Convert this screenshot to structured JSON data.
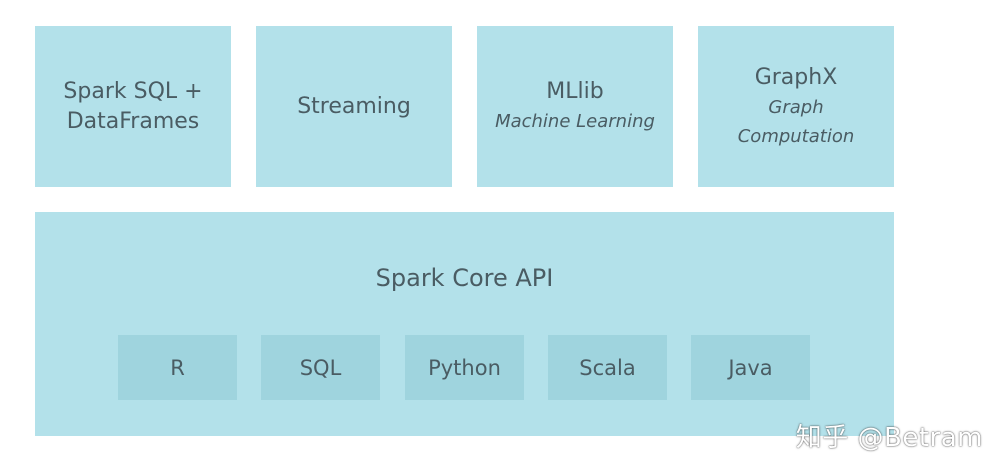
{
  "modules": [
    {
      "title": "Spark SQL +",
      "title2": "DataFrames",
      "subtitle": ""
    },
    {
      "title": "Streaming",
      "subtitle": ""
    },
    {
      "title": "MLlib",
      "subtitle": "Machine Learning"
    },
    {
      "title": "GraphX",
      "subtitle": "Graph",
      "subtitle2": "Computation"
    }
  ],
  "core": {
    "title": "Spark Core API",
    "languages": [
      "R",
      "SQL",
      "Python",
      "Scala",
      "Java"
    ]
  },
  "watermark": "知乎 @Betram",
  "colors": {
    "box": "#b3e1ea",
    "inner_box": "#9fd4de",
    "text": "#4a5c63"
  }
}
